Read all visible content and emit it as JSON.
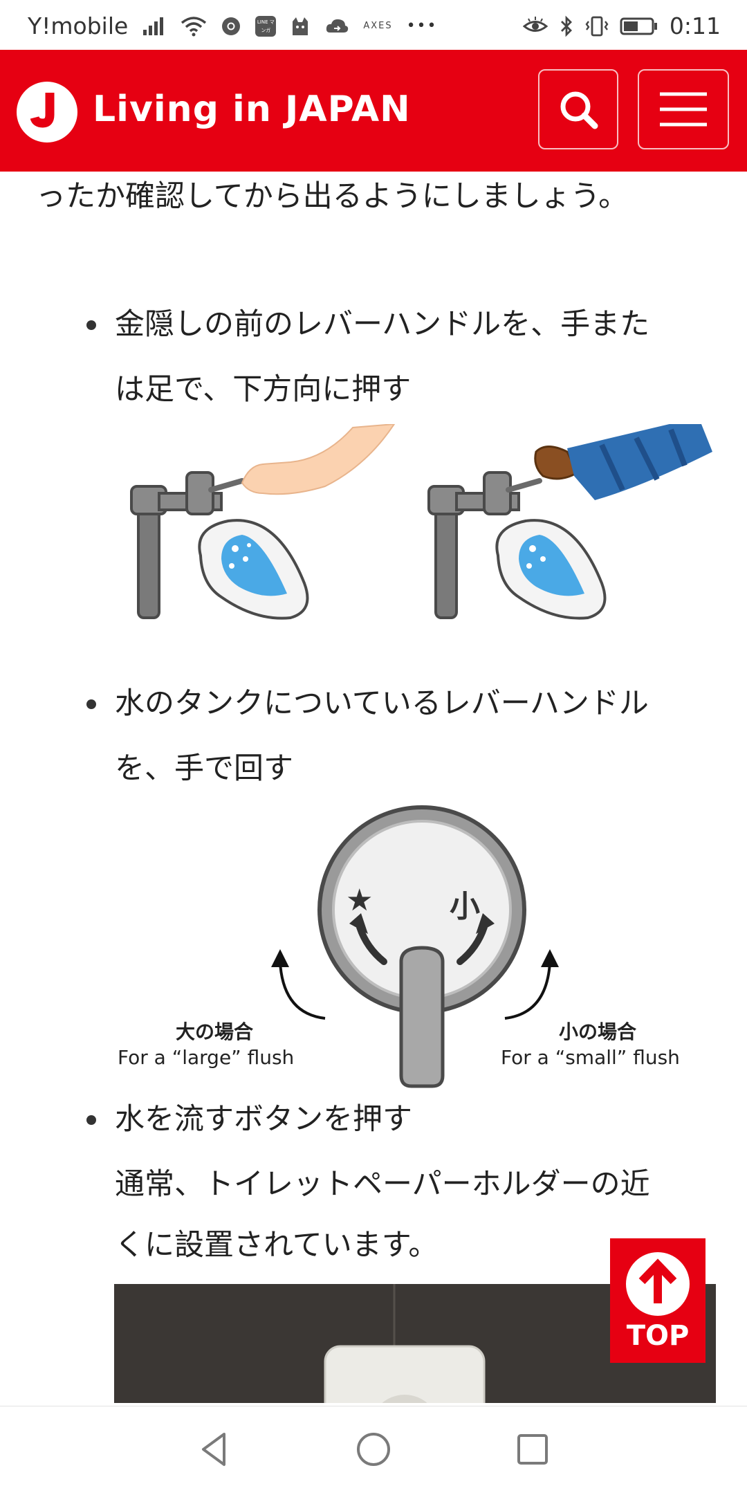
{
  "status_bar": {
    "carrier": "Y!mobile",
    "app_badge_text": "LINE マンガ",
    "axes_label": "AXES",
    "overflow": "•••",
    "time": "0:11"
  },
  "header": {
    "title": "Living in JAPAN",
    "brand_color": "#e60012"
  },
  "article": {
    "intro_tail": "ったか確認してから出るようにしましょう。",
    "items": [
      {
        "lines": [
          "金隠しの前のレバーハンドルを、手また",
          "は足で、下方向に押す"
        ]
      },
      {
        "lines": [
          "水のタンクについているレバーハンドル",
          "を、手で回す"
        ]
      },
      {
        "lines": [
          "水を流すボタンを押す",
          "通常、トイレットペーパーホルダーの近",
          "くに設置されています。"
        ]
      }
    ],
    "lever_figure": {
      "star_symbol": "★",
      "small_symbol": "小",
      "large_label_jp": "大の場合",
      "large_label_en": "For a “large” flush",
      "small_label_jp": "小の場合",
      "small_label_en": "For a “small” flush"
    }
  },
  "top_button": {
    "label": "TOP"
  },
  "nav_bar": {
    "back": "back-icon",
    "home": "home-icon",
    "recents": "recents-icon"
  }
}
